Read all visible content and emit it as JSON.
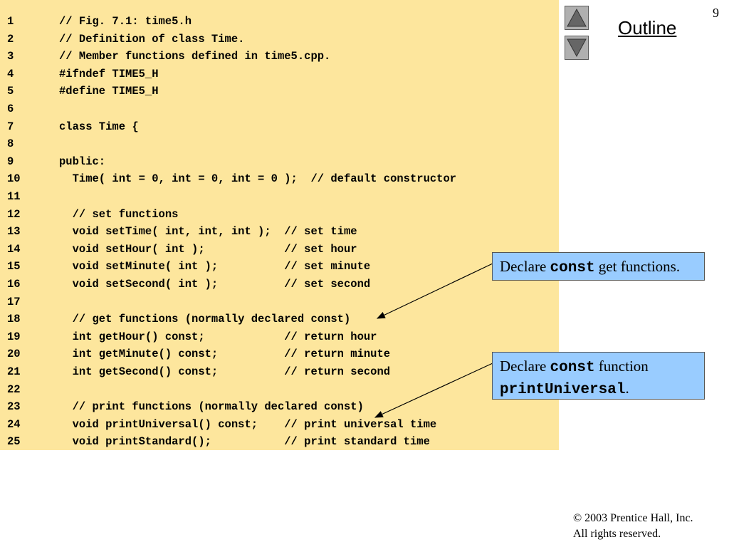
{
  "slide": {
    "page_number": "9",
    "outline_label": "Outline",
    "nav": {
      "up_icon": "triangle-up-icon",
      "down_icon": "triangle-down-icon"
    }
  },
  "code": {
    "lines": [
      {
        "n": "1",
        "text": "// Fig. 7.1: time5.h"
      },
      {
        "n": "2",
        "text": "// Definition of class Time."
      },
      {
        "n": "3",
        "text": "// Member functions defined in time5.cpp."
      },
      {
        "n": "4",
        "text": "#ifndef TIME5_H"
      },
      {
        "n": "5",
        "text": "#define TIME5_H"
      },
      {
        "n": "6",
        "text": ""
      },
      {
        "n": "7",
        "text": "class Time {"
      },
      {
        "n": "8",
        "text": ""
      },
      {
        "n": "9",
        "text": "public:"
      },
      {
        "n": "10",
        "text": "  Time( int = 0, int = 0, int = 0 );  // default constructor"
      },
      {
        "n": "11",
        "text": ""
      },
      {
        "n": "12",
        "text": "  // set functions"
      },
      {
        "n": "13",
        "text": "  void setTime( int, int, int );  // set time"
      },
      {
        "n": "14",
        "text": "  void setHour( int );            // set hour"
      },
      {
        "n": "15",
        "text": "  void setMinute( int );          // set minute"
      },
      {
        "n": "16",
        "text": "  void setSecond( int );          // set second"
      },
      {
        "n": "17",
        "text": ""
      },
      {
        "n": "18",
        "text": "  // get functions (normally declared const)"
      },
      {
        "n": "19",
        "text": "  int getHour() const;            // return hour"
      },
      {
        "n": "20",
        "text": "  int getMinute() const;          // return minute"
      },
      {
        "n": "21",
        "text": "  int getSecond() const;          // return second"
      },
      {
        "n": "22",
        "text": ""
      },
      {
        "n": "23",
        "text": "  // print functions (normally declared const)"
      },
      {
        "n": "24",
        "text": "  void printUniversal() const;    // print universal time"
      },
      {
        "n": "25",
        "text": "  void printStandard();           // print standard time"
      }
    ]
  },
  "callouts": {
    "first": {
      "before": "Declare ",
      "code": "const",
      "after": " get functions."
    },
    "second": {
      "before": "Declare ",
      "code": "const",
      "after": " function",
      "code2": "printUniversal",
      "after2": "."
    }
  },
  "footer": {
    "copyright": "© 2003 Prentice Hall, Inc.",
    "rights": "All rights reserved."
  },
  "colors": {
    "code_background": "#fde69d",
    "callout_background": "#99ccff",
    "nav_button": "#b0b0b0"
  }
}
